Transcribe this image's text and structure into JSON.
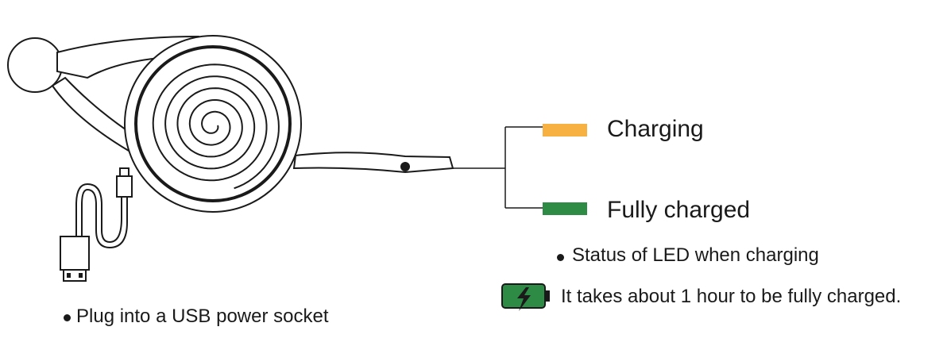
{
  "legend": {
    "charging_label": "Charging",
    "full_label": "Fully charged",
    "charging_color": "#F7B042",
    "full_color": "#2E8B45"
  },
  "notes": {
    "status": "Status of LED when charging",
    "time": "It takes about 1 hour to be fully charged.",
    "usb": "Plug into a USB power socket"
  },
  "icons": {
    "battery": "battery-charging-icon",
    "battery_color": "#2E8B45"
  }
}
